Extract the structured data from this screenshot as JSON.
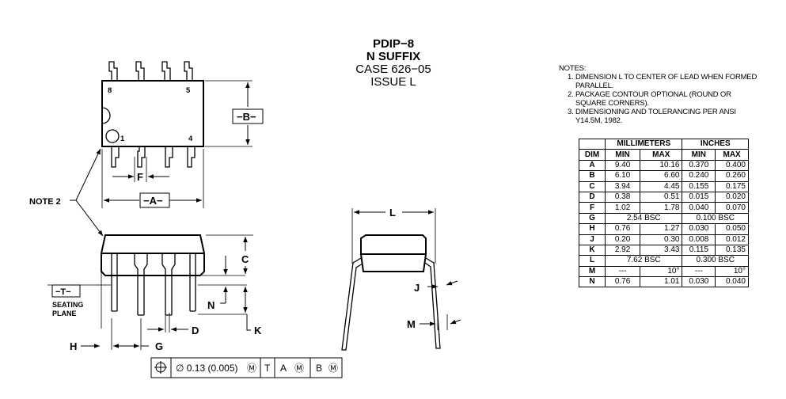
{
  "header": {
    "package": "PDIP−8",
    "suffix": "N SUFFIX",
    "case": "CASE 626−05",
    "issue": "ISSUE L"
  },
  "notes": {
    "heading": "NOTES:",
    "items": [
      "1. DIMENSION L TO CENTER OF LEAD WHEN FORMED PARALLEL.",
      "2. PACKAGE CONTOUR OPTIONAL (ROUND OR SQUARE CORNERS).",
      "3. DIMENSIONING AND TOLERANCING PER ANSI Y14.5M, 1982."
    ]
  },
  "drawing": {
    "pin_labels": [
      "8",
      "5",
      "1",
      "4"
    ],
    "datum_b": "−B−",
    "datum_a": "−A−",
    "datum_t": "−T−",
    "note_ref": "NOTE 2",
    "seating": [
      "SEATING",
      "PLANE"
    ],
    "dims": {
      "F": "F",
      "C": "C",
      "N": "N",
      "K": "K",
      "D": "D",
      "H": "H",
      "G": "G",
      "L": "L",
      "J": "J",
      "M": "M"
    },
    "tolerance_frame": {
      "symbol": "⊕",
      "value": "∅ 0.13 (0.005)",
      "modifier": "Ⓜ",
      "datum1": "T",
      "datum2": "A",
      "datum3": "B"
    }
  },
  "table": {
    "group_headers": [
      "MILLIMETERS",
      "INCHES"
    ],
    "col_headers": [
      "DIM",
      "MIN",
      "MAX",
      "MIN",
      "MAX"
    ],
    "rows": [
      {
        "dim": "A",
        "mm_min": "9.40",
        "mm_max": "10.16",
        "in_min": "0.370",
        "in_max": "0.400"
      },
      {
        "dim": "B",
        "mm_min": "6.10",
        "mm_max": "6.60",
        "in_min": "0.240",
        "in_max": "0.260"
      },
      {
        "dim": "C",
        "mm_min": "3.94",
        "mm_max": "4.45",
        "in_min": "0.155",
        "in_max": "0.175"
      },
      {
        "dim": "D",
        "mm_min": "0.38",
        "mm_max": "0.51",
        "in_min": "0.015",
        "in_max": "0.020"
      },
      {
        "dim": "F",
        "mm_min": "1.02",
        "mm_max": "1.78",
        "in_min": "0.040",
        "in_max": "0.070"
      },
      {
        "dim": "G",
        "mm_bsc": "2.54 BSC",
        "in_bsc": "0.100 BSC"
      },
      {
        "dim": "H",
        "mm_min": "0.76",
        "mm_max": "1.27",
        "in_min": "0.030",
        "in_max": "0.050"
      },
      {
        "dim": "J",
        "mm_min": "0.20",
        "mm_max": "0.30",
        "in_min": "0.008",
        "in_max": "0.012"
      },
      {
        "dim": "K",
        "mm_min": "2.92",
        "mm_max": "3.43",
        "in_min": "0.115",
        "in_max": "0.135"
      },
      {
        "dim": "L",
        "mm_bsc": "7.62 BSC",
        "in_bsc": "0.300 BSC"
      },
      {
        "dim": "M",
        "mm_min": "---",
        "mm_max": "10°",
        "in_min": "---",
        "in_max": "10°"
      },
      {
        "dim": "N",
        "mm_min": "0.76",
        "mm_max": "1.01",
        "in_min": "0.030",
        "in_max": "0.040"
      }
    ]
  }
}
